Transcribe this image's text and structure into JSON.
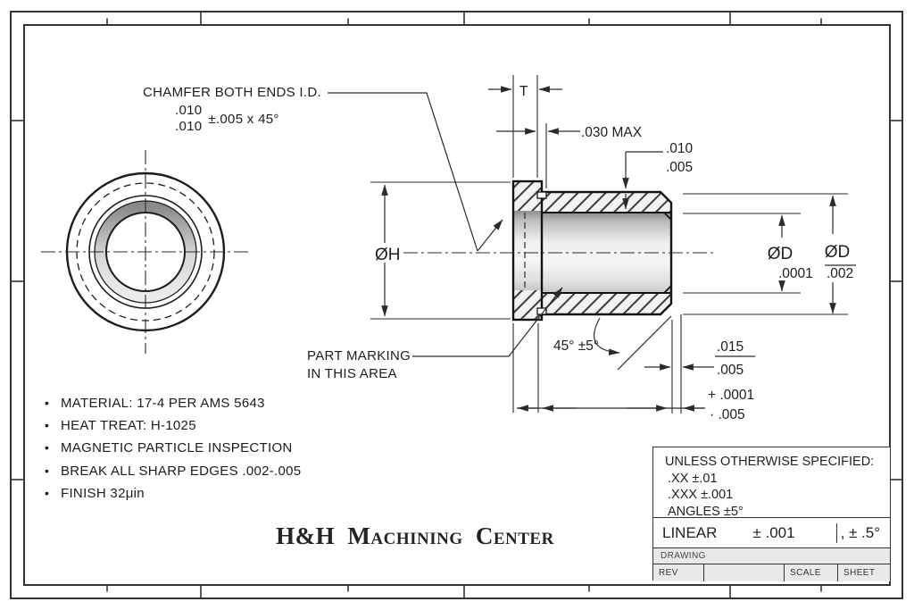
{
  "chamfer_note": {
    "line1": "CHAMFER BOTH ENDS I.D.",
    "tol_top": ".010",
    "tol_bottom": ".010",
    "tol_suffix": "±.005 x 45°"
  },
  "dims": {
    "t": "T",
    "max_030": ".030 MAX",
    "wall_top": ".010",
    "wall_bottom": ".005",
    "dia_h": "ØH",
    "dia_d_left": "ØD",
    "dia_d_right": "ØD",
    "d_tol_left": ".0001",
    "d_tol_right": ".002",
    "angle": "45° ±5°",
    "chamfer_top": ".015",
    "chamfer_bottom": ".005",
    "len_tol_plus": "+ .0001",
    "len_tol_minus": "· .005"
  },
  "part_marking": {
    "line1": "PART MARKING",
    "line2": "IN THIS AREA"
  },
  "notes": {
    "bullet": "•",
    "items": [
      "MATERIAL:  17-4 PER AMS 5643",
      "HEAT TREAT:  H-1025",
      "MAGNETIC PARTICLE INSPECTION",
      "BREAK ALL SHARP EDGES .002-.005",
      "FINISH 32μin"
    ]
  },
  "company": {
    "name": "H&H Machining Center"
  },
  "title_block": {
    "header": "UNLESS OTHERWISE SPECIFIED:",
    "tol_xx": ".XX ±.01",
    "tol_xxx": ".XXX ±.001",
    "tol_angles": "ANGLES ±5°",
    "linear_label": "LINEAR",
    "linear_tol": "± .001",
    "angular_tol": ", ± .5°",
    "drawing_label": "DRAWING",
    "rev_label": "REV",
    "scale_label": "SCALE",
    "sheet_label": "SHEET"
  },
  "colors": {
    "line": "#2b2b2b",
    "label_row_bg": "#e9e9e9"
  }
}
